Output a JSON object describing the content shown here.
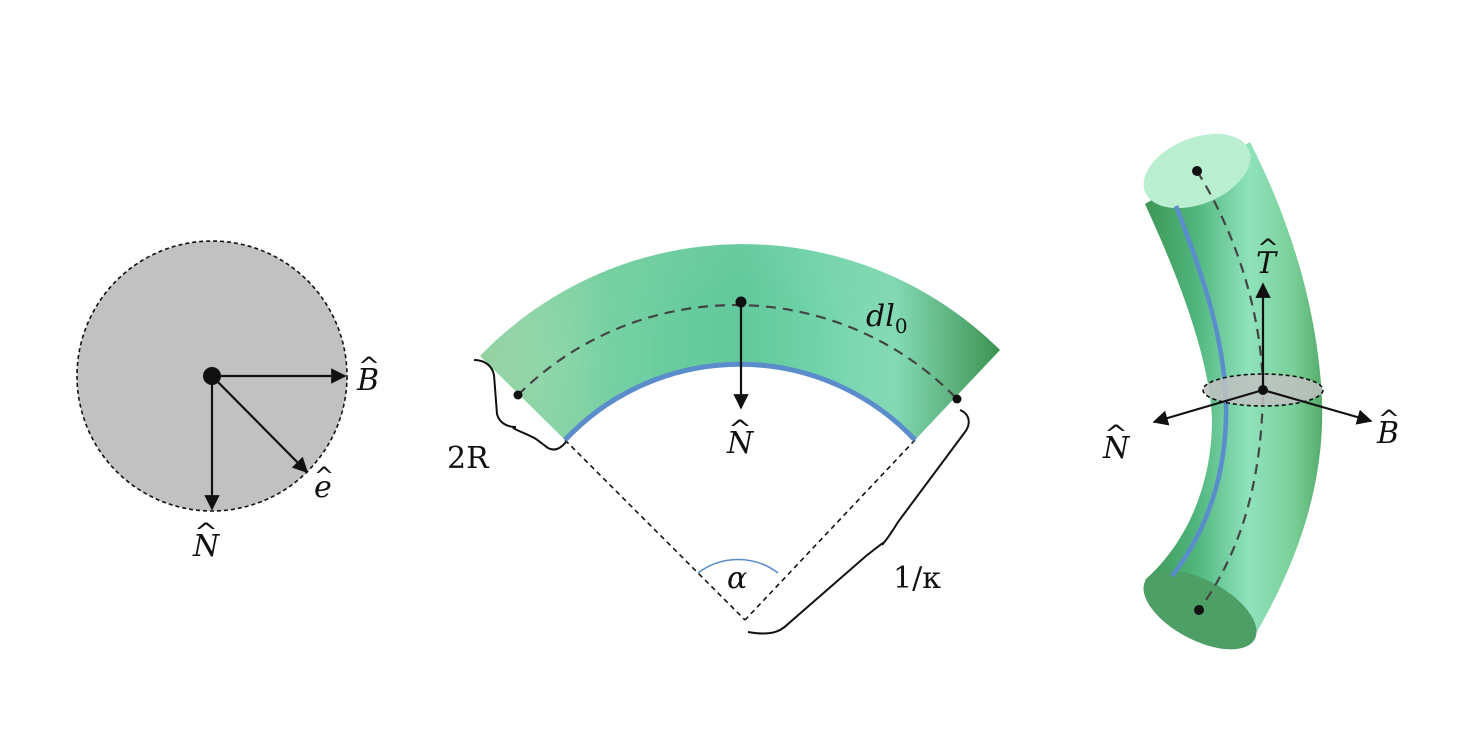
{
  "panels": {
    "cross_section": {
      "labels": {
        "binormal": "B",
        "normal": "N",
        "e": "e"
      },
      "hat_wide": "^",
      "hat_small": "^"
    },
    "arc": {
      "labels": {
        "arc_length": "dl",
        "arc_length_sub": "0",
        "normal": "N",
        "diameter": "2R",
        "radius": "1/κ",
        "angle": "α"
      },
      "hat_wide": "^"
    },
    "tube_3d": {
      "labels": {
        "tangent": "T",
        "normal": "N",
        "binormal": "B"
      },
      "hat_wide": "^"
    }
  },
  "colors": {
    "tube_light": "#b6ecc0",
    "tube_mid": "#5ec79b",
    "tube_dark": "#3d9a55",
    "inner_edge": "#5b8ccc",
    "disk_fill": "#c1c1c1",
    "ink": "#111111"
  }
}
